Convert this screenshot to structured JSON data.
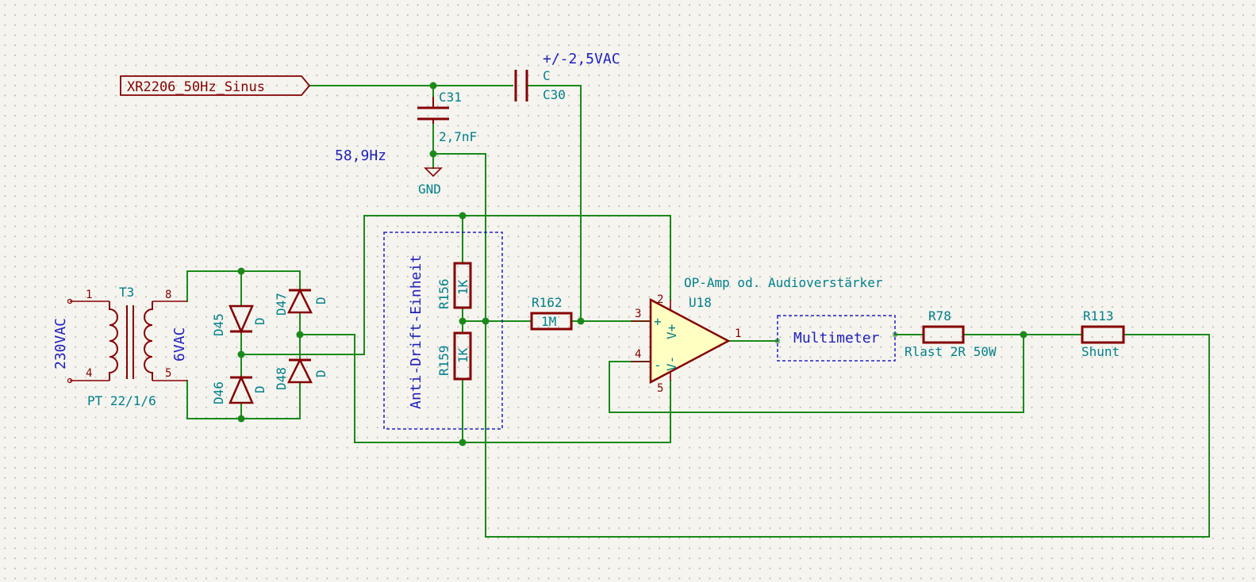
{
  "global_label": {
    "text": "XR2206_50Hz_Sinus"
  },
  "notes": {
    "vac_note": "+/-2,5VAC",
    "freq_note": "58,9Hz",
    "primary_voltage": "230VAC",
    "secondary_voltage": "6VAC",
    "opamp_note": "OP-Amp od. Audioverstärker"
  },
  "power": {
    "gnd": "GND"
  },
  "transformer": {
    "ref": "T3",
    "value": "PT 22/1/6",
    "pins": [
      "1",
      "4",
      "8",
      "5"
    ]
  },
  "capacitors": [
    {
      "ref": "C31",
      "value": "2,7nF"
    },
    {
      "ref": "C30",
      "value": "C"
    }
  ],
  "diodes": [
    {
      "ref": "D45",
      "value": "D"
    },
    {
      "ref": "D46",
      "value": "D"
    },
    {
      "ref": "D47",
      "value": "D"
    },
    {
      "ref": "D48",
      "value": "D"
    }
  ],
  "resistors": [
    {
      "ref": "R156",
      "value": "1K"
    },
    {
      "ref": "R159",
      "value": "1K"
    },
    {
      "ref": "R162",
      "value": "1M"
    },
    {
      "ref": "R78",
      "value": "Rlast 2R 50W"
    },
    {
      "ref": "R113",
      "value": "Shunt"
    }
  ],
  "opamp": {
    "ref": "U18",
    "pins": [
      "3",
      "4",
      "2",
      "5",
      "1"
    ],
    "plus_sign": "+",
    "minus_sign": "-",
    "vplus": "V+",
    "vminus": "V-"
  },
  "blocks": {
    "anti_drift": "Anti-Drift-Einheit",
    "multimeter": "Multimeter"
  }
}
